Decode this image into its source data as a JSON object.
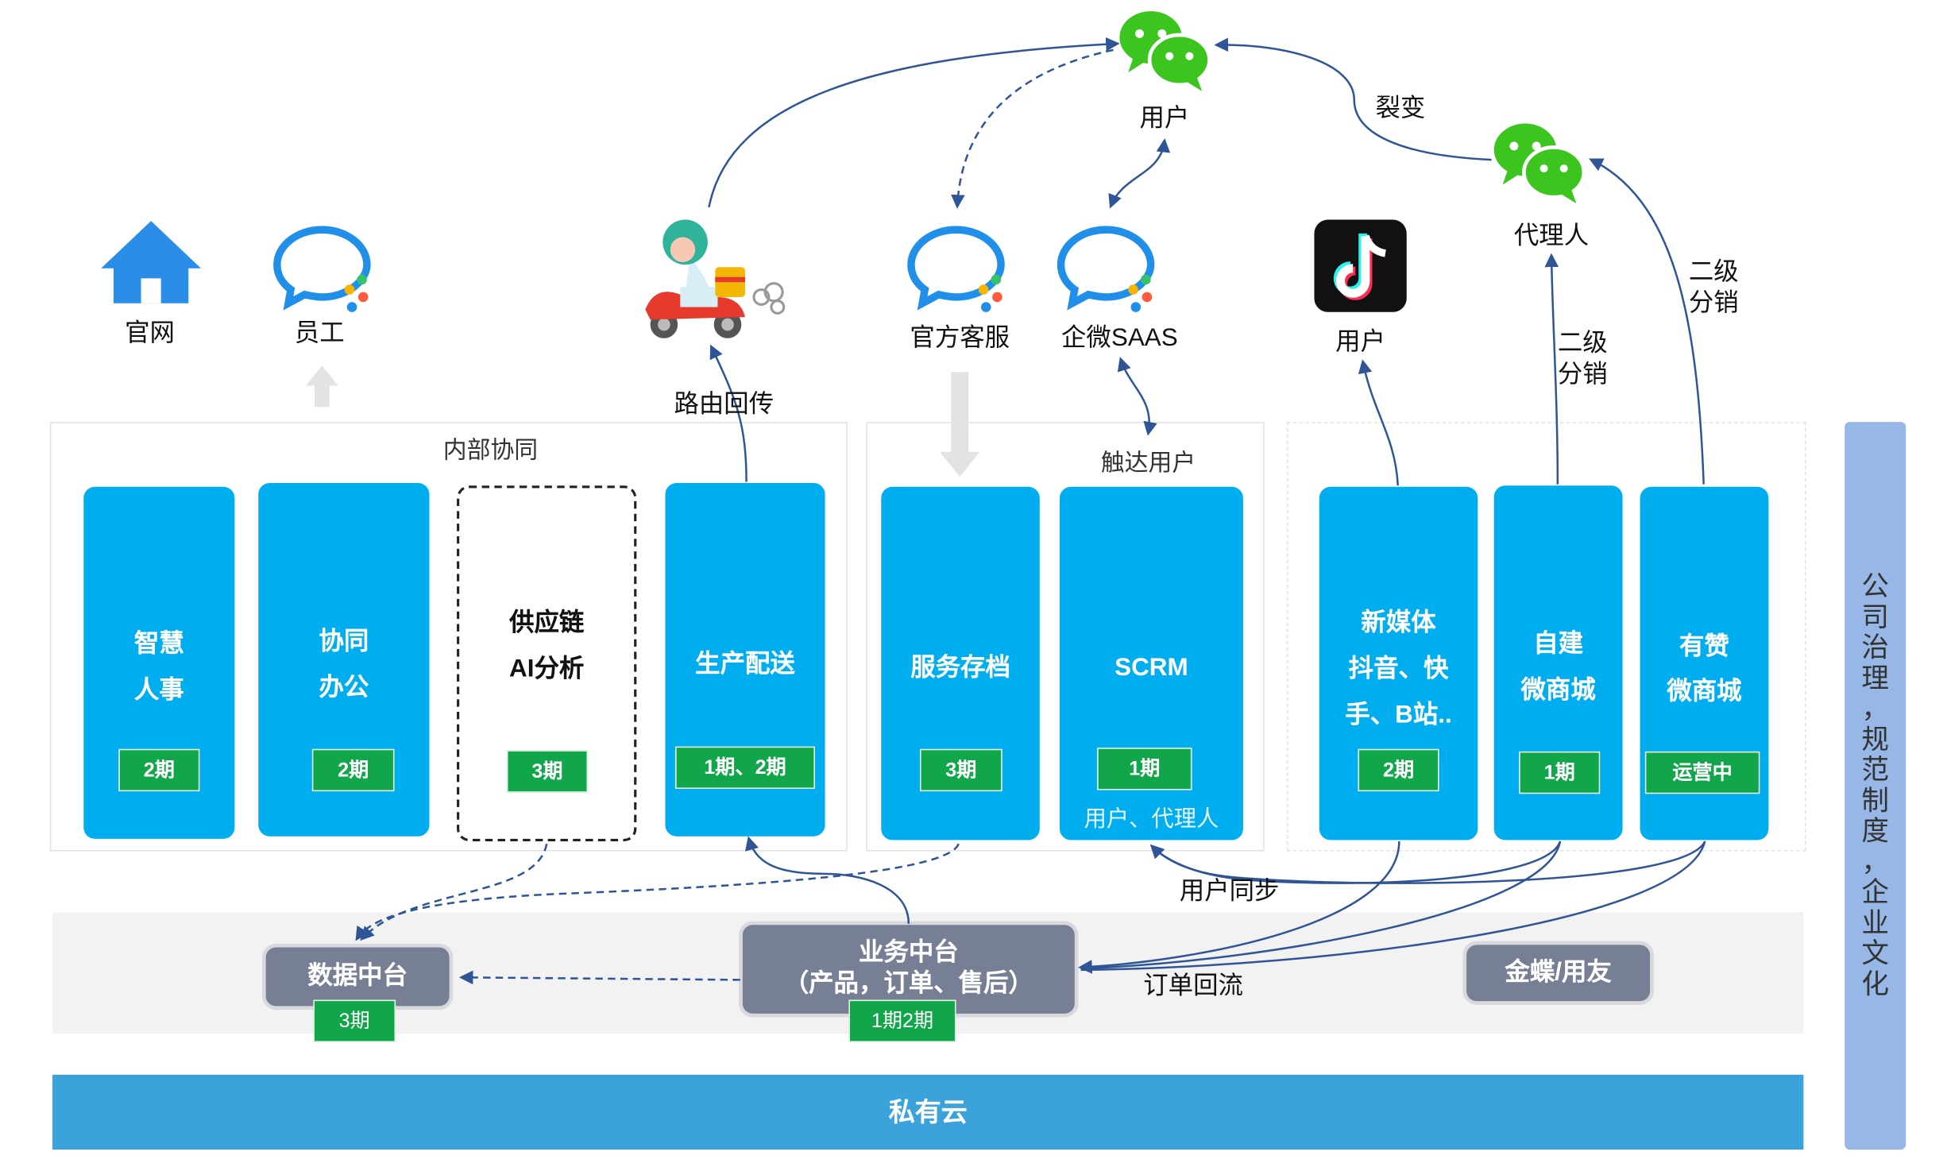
{
  "sections": {
    "internal": "内部协同",
    "reach": "触达用户"
  },
  "cards": {
    "hr": {
      "line1": "智慧",
      "line2": "人事",
      "badge": "2期"
    },
    "collab": {
      "line1": "协同",
      "line2": "办公",
      "badge": "2期"
    },
    "supply": {
      "line1": "供应链",
      "line2": "AI分析",
      "badge": "3期"
    },
    "delivery": {
      "line1": "生产配送",
      "badge": "1期、2期"
    },
    "service": {
      "line1": "服务存档",
      "badge": "3期"
    },
    "scrm": {
      "line1": "SCRM",
      "badge": "1期",
      "sub": "用户、代理人"
    },
    "media": {
      "line1": "新媒体",
      "line2": "抖音、快",
      "line3": "手、B站..",
      "badge": "2期"
    },
    "selfmall": {
      "line1": "自建",
      "line2": "微商城",
      "badge": "1期"
    },
    "youzan": {
      "line1": "有赞",
      "line2": "微商城",
      "badge": "运营中"
    }
  },
  "platform": {
    "data": {
      "label": "数据中台",
      "badge": "3期"
    },
    "business": {
      "line1": "业务中台",
      "line2": "（产品，订单、售后）",
      "badge": "1期2期"
    },
    "erp": {
      "label": "金蝶/用友"
    },
    "cloud": "私有云"
  },
  "sidebar": [
    "公",
    "司",
    "治",
    "理",
    "，",
    "规",
    "范",
    "制",
    "度",
    "，",
    "企",
    "业",
    "文",
    "化"
  ],
  "icons": {
    "website": {
      "icon": "home-icon",
      "label": "官网"
    },
    "employee": {
      "icon": "wecom-icon",
      "label": "员工"
    },
    "rider": {
      "icon": "delivery-rider-icon"
    },
    "official_service": {
      "icon": "wecom-icon",
      "label": "官方客服"
    },
    "saas": {
      "icon": "wecom-icon",
      "label": "企微SAAS"
    },
    "tiktok": {
      "icon": "tiktok-icon",
      "label": "用户"
    },
    "wechat_user": {
      "icon": "wechat-icon",
      "label": "用户"
    },
    "wechat_agent": {
      "icon": "wechat-icon",
      "label": "代理人"
    }
  },
  "annotations": {
    "route_back": "路由回传",
    "fission": "裂变",
    "second_tier_a": {
      "line1": "二级",
      "line2": "分销"
    },
    "second_tier_b": {
      "line1": "二级",
      "line2": "分销"
    },
    "user_sync": "用户同步",
    "order_back": "订单回流"
  },
  "colors": {
    "card_blue": "#00aeef",
    "badge_green": "#12a64a",
    "platform_grey": "#767f94",
    "cloud_blue": "#3ba2dc",
    "sidebar_blue": "#97b7e6",
    "arrow_blue": "#2f5597",
    "wechat_green": "#3cc51f"
  }
}
